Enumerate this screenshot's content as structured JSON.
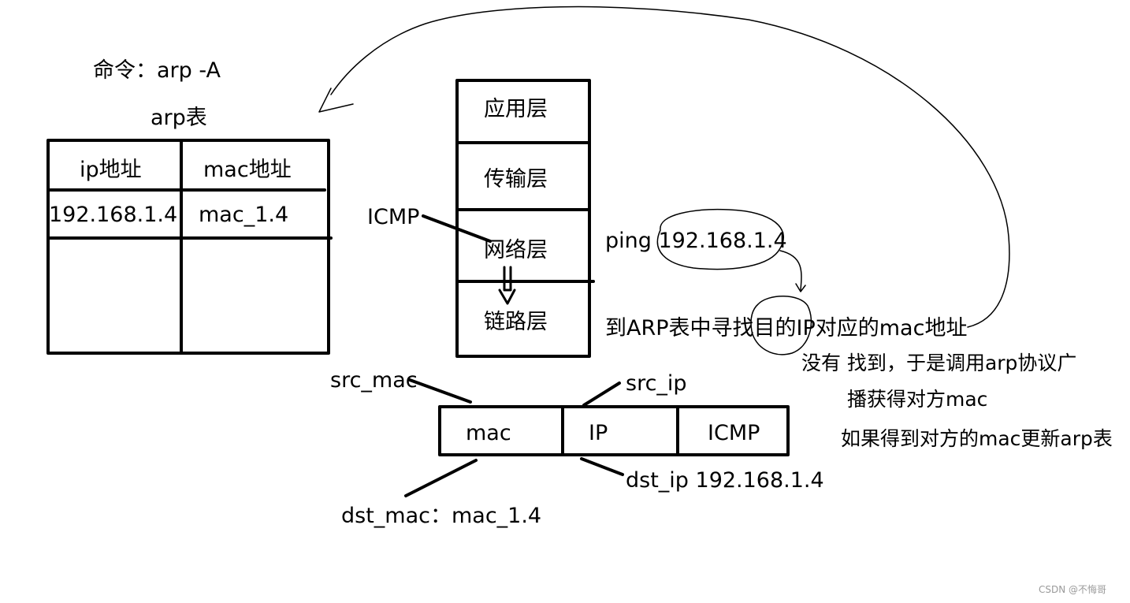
{
  "command_label": "命令：arp -A",
  "arp_table": {
    "title": "arp表",
    "headers": [
      "ip地址",
      "mac地址"
    ],
    "rows": [
      [
        "192.168.1.4",
        "mac_1.4"
      ]
    ]
  },
  "stack": {
    "layers": [
      "应用层",
      "传输层",
      "网络层",
      "链路层"
    ],
    "icmp_label": "ICMP"
  },
  "packet": {
    "fields": [
      "mac",
      "IP",
      "ICMP"
    ],
    "src_mac_label": "src_mac",
    "src_ip_label": "src_ip",
    "dst_ip_label": "dst_ip 192.168.1.4",
    "dst_mac_label": "dst_mac：mac_1.4"
  },
  "notes": {
    "ping": "ping 192.168.1.4",
    "lookup": "到ARP表中寻找目的IP对应的mac地址",
    "not_found_1": "没有 找到，于是调用arp协议广",
    "not_found_2": "播获得对方mac",
    "update": "如果得到对方的mac更新arp表"
  },
  "watermark": "CSDN @不悔哥"
}
